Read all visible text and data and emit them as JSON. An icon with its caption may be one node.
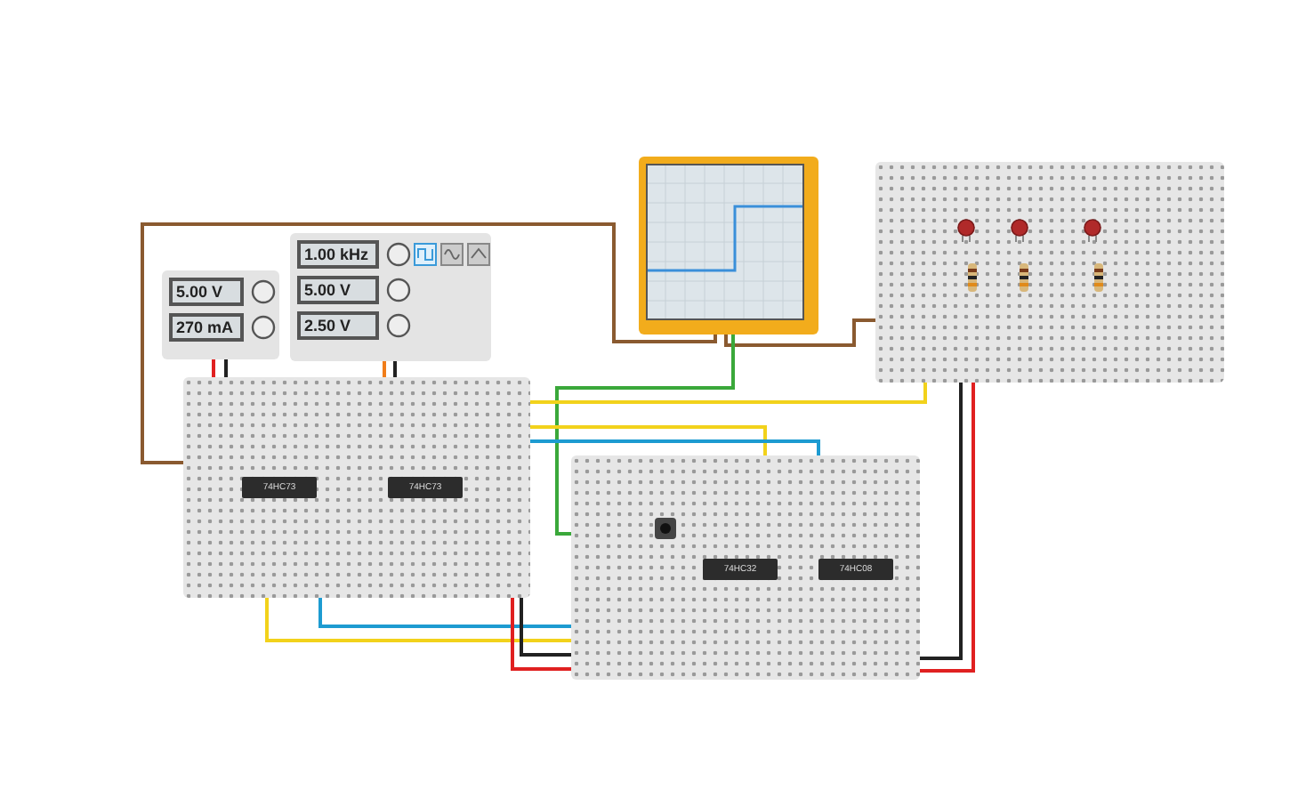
{
  "diagram": {
    "nodes": [
      {
        "text": [
          "5.00 V",
          "270 mA"
        ]
      },
      {
        "text": [
          "1.00 kHz",
          "5.00 V",
          "2.50 V"
        ]
      },
      {
        "text": [],
        "shape": "picture"
      },
      {
        "text": [],
        "shape": "box"
      },
      {
        "text": [
          "74HC73"
        ],
        "in": 3
      },
      {
        "text": [
          "74HC73"
        ],
        "in": 3
      },
      {
        "text": [],
        "shape": "box"
      },
      {
        "text": [],
        "shape": "box",
        "in": 6
      },
      {
        "text": [
          "74HC32"
        ],
        "in": 6
      },
      {
        "text": [
          "74HC08"
        ],
        "in": 6
      },
      {
        "text": [],
        "shape": "box"
      },
      {
        "text": [],
        "shape": "circle",
        "in": 10
      },
      {
        "text": [],
        "shape": "circle",
        "in": 10
      },
      {
        "text": [],
        "shape": "circle",
        "in": 10
      },
      {
        "text": [],
        "shape": "bar",
        "in": 10
      },
      {
        "text": [],
        "shape": "bar",
        "in": 10
      },
      {
        "text": [],
        "shape": "bar",
        "in": 10
      }
    ],
    "edges": [
      {
        "from": 0,
        "to": 3,
        "arrow": "none",
        "color": "#e02020"
      },
      {
        "from": 0,
        "to": 3,
        "arrow": "none",
        "color": "#222222"
      },
      {
        "from": 1,
        "to": 3,
        "arrow": "none",
        "color": "#f07d1a"
      },
      {
        "from": 1,
        "to": 3,
        "arrow": "none",
        "color": "#222222"
      },
      {
        "from": 2,
        "to": 3,
        "arrow": "none",
        "color": "#8a5a30"
      },
      {
        "from": 2,
        "to": 10,
        "arrow": "none",
        "color": "#8a5a30"
      },
      {
        "from": 2,
        "to": 6,
        "arrow": "none",
        "color": "#3aa83a"
      },
      {
        "from": 3,
        "to": 6,
        "arrow": "none",
        "color": "#f2d21b"
      },
      {
        "from": 3,
        "to": 6,
        "arrow": "none",
        "color": "#1d9bd1"
      },
      {
        "from": 3,
        "to": 6,
        "arrow": "none",
        "color": "#f2d21b"
      },
      {
        "from": 3,
        "to": 6,
        "arrow": "none",
        "color": "#1d9bd1"
      },
      {
        "from": 3,
        "to": 6,
        "arrow": "none",
        "color": "#e02020"
      },
      {
        "from": 3,
        "to": 6,
        "arrow": "none",
        "color": "#222222"
      },
      {
        "from": 6,
        "to": 10,
        "arrow": "none",
        "color": "#222222"
      },
      {
        "from": 6,
        "to": 10,
        "arrow": "none",
        "color": "#e02020"
      },
      {
        "from": 3,
        "to": 10,
        "arrow": "none",
        "color": "#f2d21b"
      }
    ]
  }
}
